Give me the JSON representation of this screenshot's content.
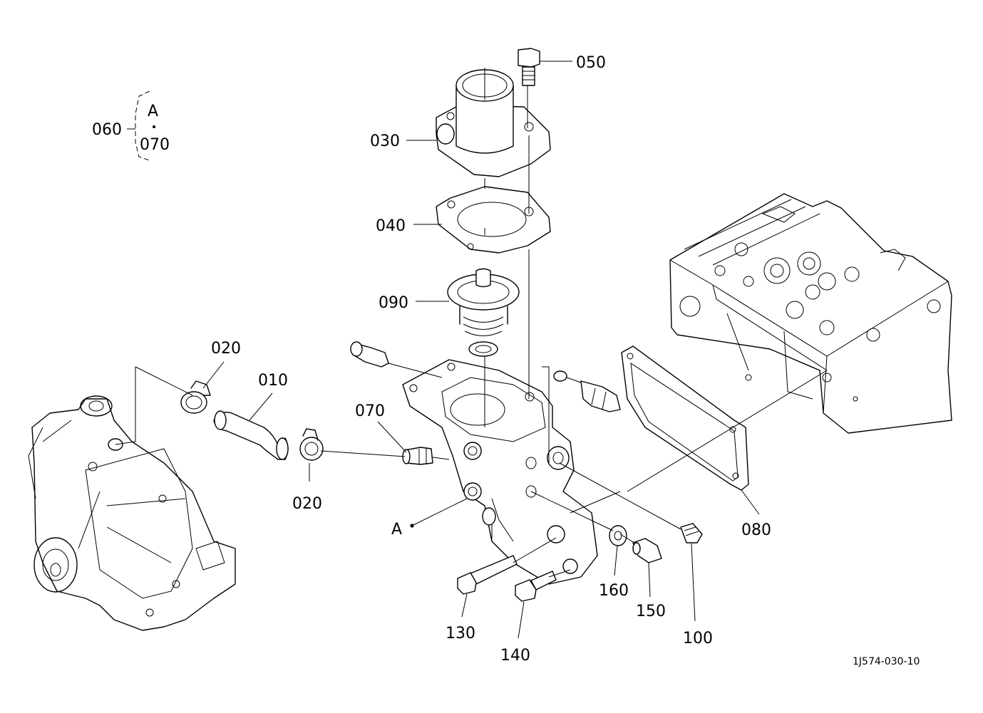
{
  "diagram": {
    "drawing_code": "1J574-030-10",
    "group_marker": {
      "group_number": "060",
      "key_letter": "A",
      "key_part": "070"
    },
    "ref_point_letter": "A",
    "callouts": [
      {
        "id": "p050",
        "label": "050"
      },
      {
        "id": "p030",
        "label": "030"
      },
      {
        "id": "p040",
        "label": "040"
      },
      {
        "id": "p090",
        "label": "090"
      },
      {
        "id": "p020a",
        "label": "020"
      },
      {
        "id": "p010",
        "label": "010"
      },
      {
        "id": "p070",
        "label": "070"
      },
      {
        "id": "p020b",
        "label": "020"
      },
      {
        "id": "p080",
        "label": "080"
      },
      {
        "id": "p160",
        "label": "160"
      },
      {
        "id": "p150",
        "label": "150"
      },
      {
        "id": "p100",
        "label": "100"
      },
      {
        "id": "p130",
        "label": "130"
      },
      {
        "id": "p140",
        "label": "140"
      }
    ]
  }
}
